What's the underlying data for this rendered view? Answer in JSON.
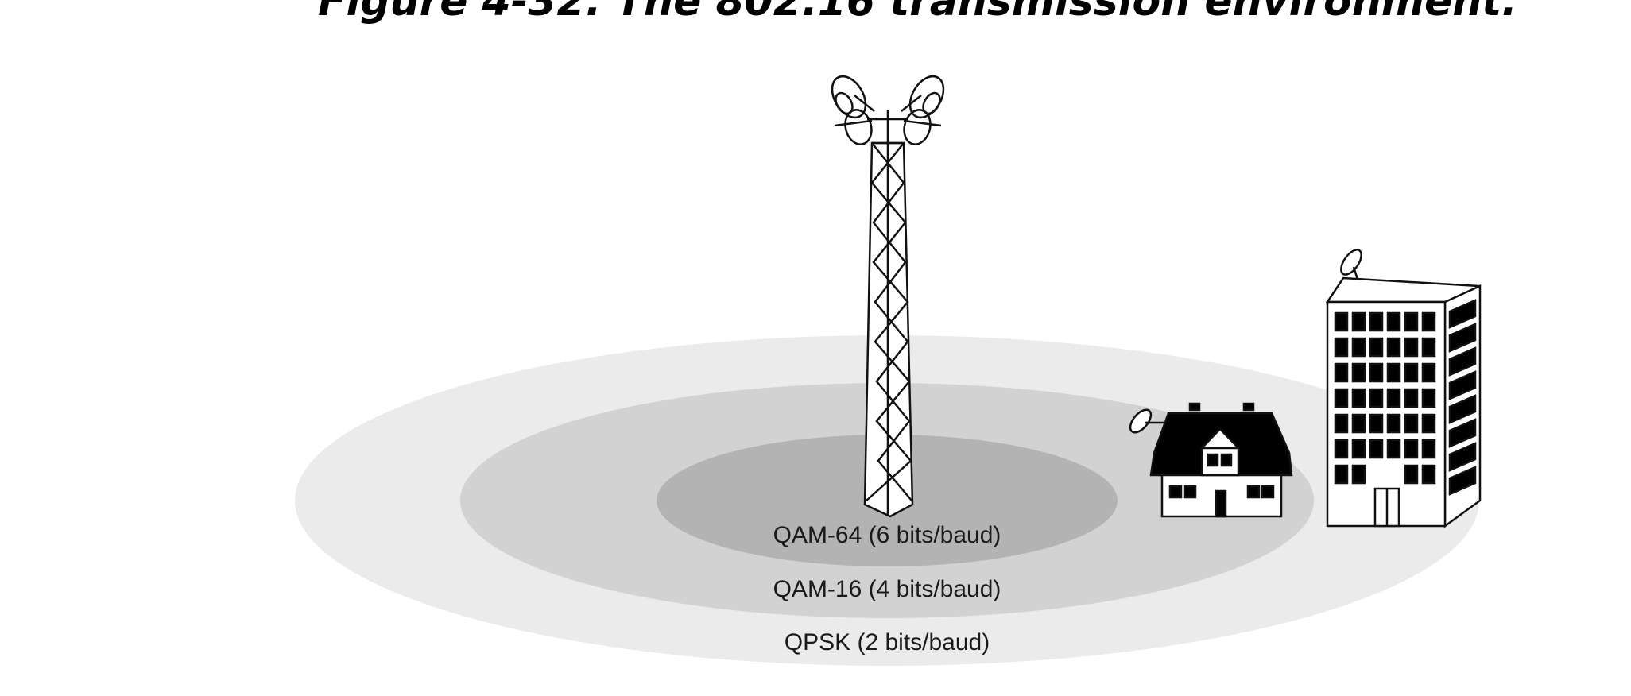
{
  "figure": {
    "title": "Figure 4-32. The 802.16 transmission environment."
  },
  "zones": [
    {
      "modulation": "QAM-64 (6 bits/baud)",
      "fill": "#b3b3b3"
    },
    {
      "modulation": "QAM-16 (4 bits/baud)",
      "fill": "#d2d2d2"
    },
    {
      "modulation": "QPSK (2 bits/baud)",
      "fill": "#ebebeb"
    }
  ],
  "icons": {
    "tower": "radio-tower-icon",
    "house": "house-icon",
    "building": "office-building-icon"
  }
}
